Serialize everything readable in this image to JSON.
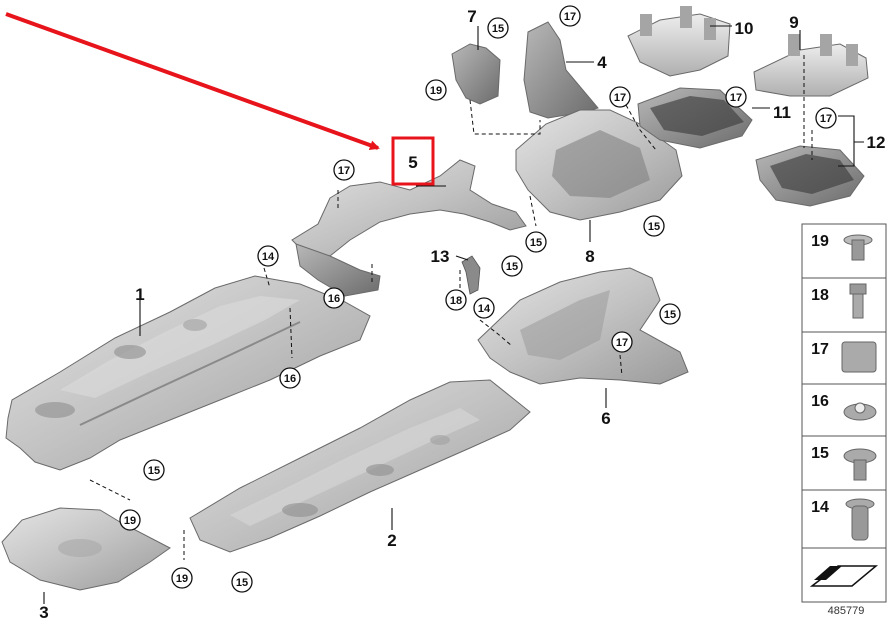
{
  "parts": [
    {
      "key": "p1",
      "label": "1"
    },
    {
      "key": "p2",
      "label": "2"
    },
    {
      "key": "p3",
      "label": "3"
    },
    {
      "key": "p4",
      "label": "4"
    },
    {
      "key": "p5",
      "label": "5"
    },
    {
      "key": "p6",
      "label": "6"
    },
    {
      "key": "p7",
      "label": "7"
    },
    {
      "key": "p8",
      "label": "8"
    },
    {
      "key": "p9",
      "label": "9"
    },
    {
      "key": "p10",
      "label": "10"
    },
    {
      "key": "p11",
      "label": "11"
    },
    {
      "key": "p12",
      "label": "12"
    },
    {
      "key": "p13",
      "label": "13"
    }
  ],
  "callouts": [
    "15",
    "17",
    "19",
    "17",
    "14",
    "17",
    "16",
    "16",
    "15",
    "17",
    "17",
    "17",
    "15",
    "15",
    "15",
    "18",
    "14",
    "15",
    "17",
    "19",
    "15",
    "19",
    "15"
  ],
  "legend": [
    "19",
    "18",
    "17",
    "16",
    "15",
    "14"
  ],
  "highlight_color": "#e8141b",
  "reference_number": "485779"
}
